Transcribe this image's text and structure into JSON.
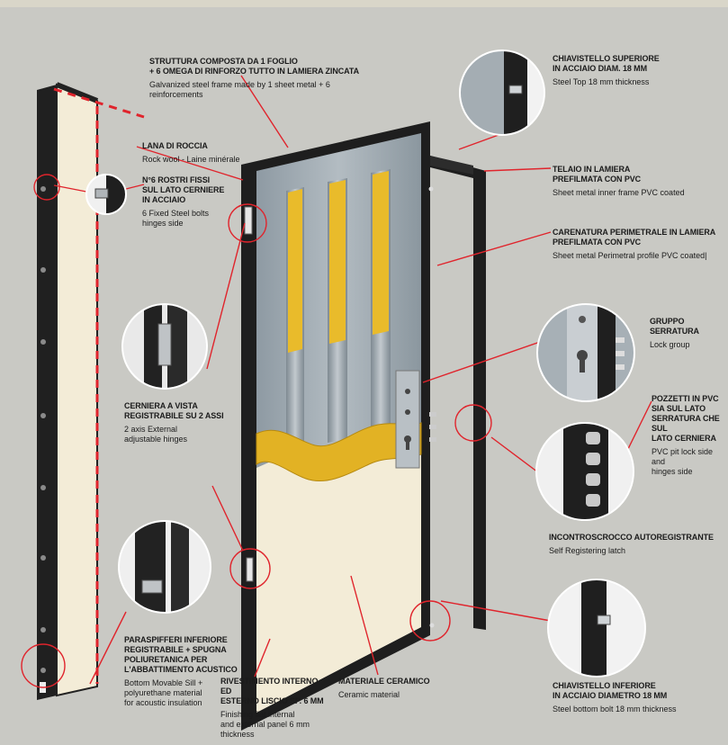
{
  "colors": {
    "background": "#c9c9c4",
    "frame": "#1e1e1e",
    "panel": "#f3ecd7",
    "metal": "#9aa5ad",
    "insulation": "#e9bb2b",
    "callout": "#e0242c"
  },
  "callouts": {
    "structure": {
      "it": "STRUTTURA COMPOSTA DA 1 FOGLIO\n+ 6 OMEGA DI RINFORZO TUTTO IN LAMIERA ZINCATA",
      "en": "Galvanized steel frame made by 1 sheet metal + 6 reinforcements"
    },
    "top_bolt": {
      "it": "CHIAVISTELLO SUPERIORE\nIN ACCIAIO DIAM. 18 mm",
      "en": "Steel Top 18 mm thickness"
    },
    "rock_wool": {
      "it": "LANA DI ROCCIA",
      "en": "Rock wool - Laine minérale"
    },
    "fixed_bolts": {
      "it": "N°6 ROSTRI FISSI\nSUL LATO CERNIERE\nIN ACCIAIO",
      "en": "6 Fixed Steel bolts\nhinges side"
    },
    "inner_frame": {
      "it": "TELAIO IN LAMIERA\nPREFILMATA CON PVC",
      "en": "Sheet metal inner frame PVC coated"
    },
    "perimetral": {
      "it": "CARENATURA PERIMETRALE IN LAMIERA\nPREFILMATA CON PVC",
      "en": "Sheet metal Perimetral profile PVC coated|"
    },
    "lock_group": {
      "it": "GRUPPO SERRATURA",
      "en": "Lock group"
    },
    "hinges": {
      "it": "CERNIERA A VISTA\nREGISTRABILE SU 2 ASSI",
      "en": "2 axis External\nadjustable hinges"
    },
    "pvc_pit": {
      "it": "POZZETTI IN PVC\nSIA SUL LATO\nSERRATURA CHE SUL\nLATO CERNIERA",
      "en": "PVC pit lock side and\nhinges side"
    },
    "latch": {
      "it": "INCONTROSCROCCO AUTOREGISTRANTE",
      "en": "Self Registering latch"
    },
    "sill": {
      "it": "PARASPIFFERI INFERIORE\nREGISTRABILE + SPUGNA\nPOLIURETANICA PER\nL'ABBATTIMENTO ACUSTICO",
      "en": "Bottom Movable Sill +\npolyurethane material\nfor acoustic insulation"
    },
    "panels": {
      "it": "RIVESTIMENTO INTERNO ED\nESTERNO LISCIO SP. 6 mm",
      "en": "Finishing flat internal\nand external panel 6 mm\nthickness"
    },
    "ceramic": {
      "it": "MATERIALE CERAMICO",
      "en": "Ceramic material"
    },
    "bottom_bolt": {
      "it": "CHIAVISTELLO INFERIORE\nIN ACCIAIO DIAMETRO 18 mm",
      "en": "Steel bottom bolt 18 mm thickness"
    }
  }
}
